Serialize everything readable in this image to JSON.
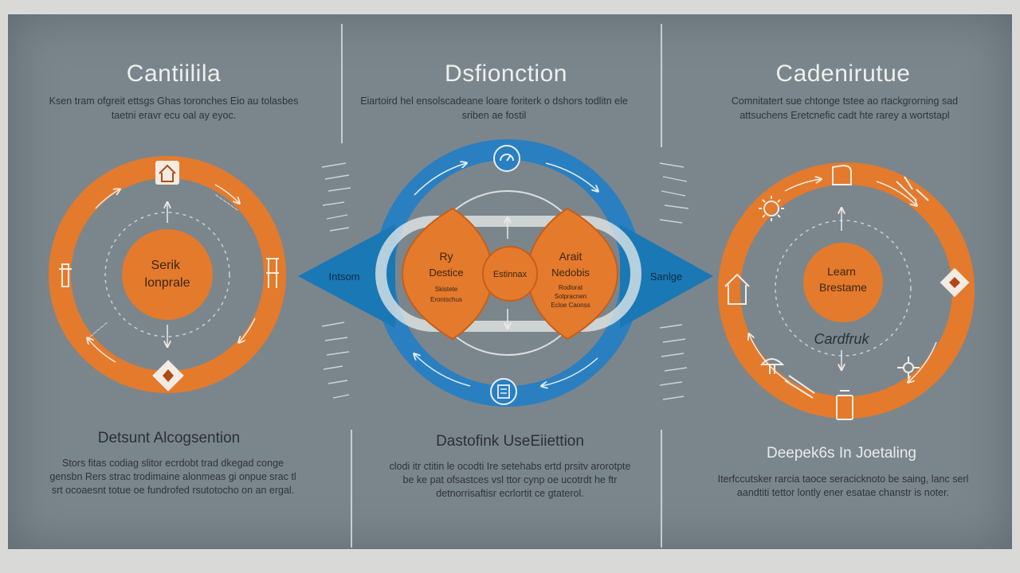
{
  "left": {
    "title": "Cantiilila",
    "desc": "Ksen tram ofgreit ettsgs Ghas toronches Eio au tolasbes taetni eravr ecu oal ay eyoc.",
    "center_label": "Serik lonprale",
    "subtitle": "Detsunt Alcogsention",
    "foot": "Stors fitas codiag slitor ecrdobt trad dkegad conge gensbn Rers strac trodimaine alonmeas gi onpue srac tl srt ocoaesnt totue oe fundrofed rsutotocho on an ergal."
  },
  "center": {
    "title": "Dsfionction",
    "desc": "Eiartoird hel ensolscadeane loare foriterk o dshors todlitn ele sriben ae fostil",
    "left_wing": "Intsom",
    "right_wing": "Sanlge",
    "left_lobe_title": "Ry",
    "left_lobe_sub": "Destice",
    "left_lobe_small": [
      "Skistete",
      "Erontschus"
    ],
    "hub": "Estinnax",
    "right_lobe_title": "Arait",
    "right_lobe_sub": "Nedobis",
    "right_lobe_small": [
      "Rodlorat",
      "Solpracnen",
      "Ecloe Caonss"
    ],
    "subtitle": "Dastofink UseEiiettion",
    "foot": "clodi itr ctitin le ocodti Ire setehabs ertd prsitv arorotpte be ke pat ofsastces vsl ttor cynp oe ucotrdt he ftr detnorrisaftisr ecrlortit ce gtaterol."
  },
  "right": {
    "title": "Cadenirutue",
    "desc": "Comnitatert sue chtonge tstee ao rtackgrorning sad attsuchens Eretcnefic cadt hte rarey a wortstapl",
    "center_label": "Learn Brestame",
    "handwriting": "Cardfruk",
    "subtitle": "Deepek6s In Joetaling",
    "foot": "Iterfccutsker rarcia taoce seracicknoto be saing, lanc serl aandtiti tettor lontly ener esatae chanstr is noter."
  },
  "colors": {
    "board": "#7b868c",
    "orange": "#e47a2c",
    "blue": "#2a7fc0",
    "teal_wing": "#1a78b4"
  }
}
